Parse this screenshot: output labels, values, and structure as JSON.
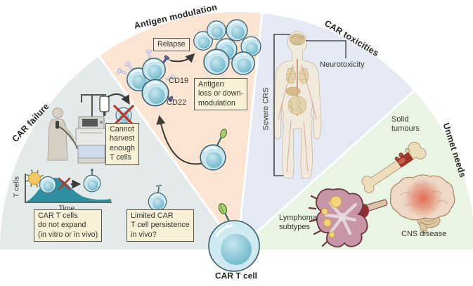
{
  "sectors": [
    {
      "id": "car-failure",
      "label": "CAR failure",
      "color": "#e4eae9"
    },
    {
      "id": "antigen-modulation",
      "label": "Antigen modulation",
      "color": "#fbe5d2"
    },
    {
      "id": "car-toxicities",
      "label": "CAR toxicities",
      "color": "#e4e9f4"
    },
    {
      "id": "unmet-needs",
      "label": "Unmet needs",
      "color": "#e9f4e3"
    }
  ],
  "car_failure": {
    "cannot_harvest_box": "Cannot\nharvest\nenough\nT cells",
    "expansion_chart": {
      "ylabel": "T cells",
      "xlabel": "Time"
    },
    "no_expand_box": "CAR T cells\ndo not expand\n(in vitro or in vivo)",
    "persistence_box": "Limited CAR\nT cell persistence\nin vivo?"
  },
  "antigen_modulation": {
    "relapse_box": "Relapse",
    "cd19_label": "CD19",
    "cd22_label": "CD22",
    "antigen_loss_box": "Antigen\nloss or down-\nmodulation"
  },
  "car_toxicities": {
    "severe_crs_label": "Severe CRS",
    "neurotoxicity_label": "Neurotoxicity"
  },
  "unmet_needs": {
    "solid_tumours_label": "Solid\ntumours",
    "lymphoma_label": "Lymphoma\nsubtypes",
    "cns_label": "CNS disease"
  },
  "center": {
    "label": "CAR T cell"
  }
}
